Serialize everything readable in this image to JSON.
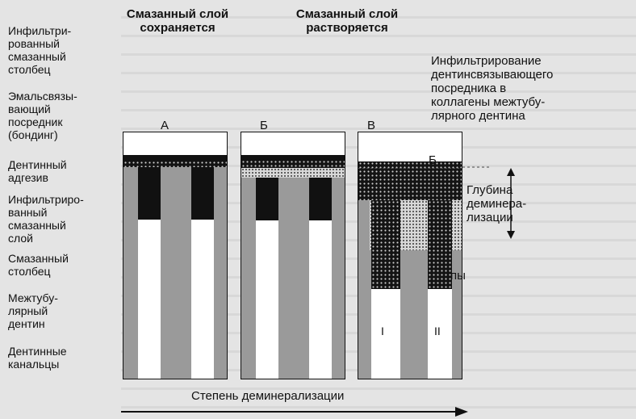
{
  "headers": {
    "retained": "Смазанный слой\nсохраняется",
    "dissolved": "Смазанный слой\nрастворяется",
    "infiltration_note": "Инфильтрирование\nдентинсвязывающего\nпосредника в\nколлагены межтубу-\nлярного дентина"
  },
  "layer_labels": [
    "Инфильтри-\nрованный\nсмазанный\nстолбец",
    "Эмальсвязы-\nвающий\nпосредник\n(бондинг)",
    "Дентинный\nадгезив",
    "Инфильтриро-\nванный\nсмазанный\nслой",
    "Смазанный\nстолбец",
    "Межтубу-\nлярный\nдентин",
    "Дентинные\nканальцы"
  ],
  "panels": {
    "a": "А",
    "b": "Б",
    "c": "В"
  },
  "panel_c_marks": {
    "b_label": "Б",
    "depth_label": "Глубина\nдеминера-\nлизации",
    "partial_text": "пы",
    "tubule_1": "I",
    "tubule_2": "II"
  },
  "axis": {
    "label": "Степень деминерализации"
  },
  "colors": {
    "gray": "#9a9a9a",
    "black": "#111111",
    "white": "#ffffff"
  }
}
